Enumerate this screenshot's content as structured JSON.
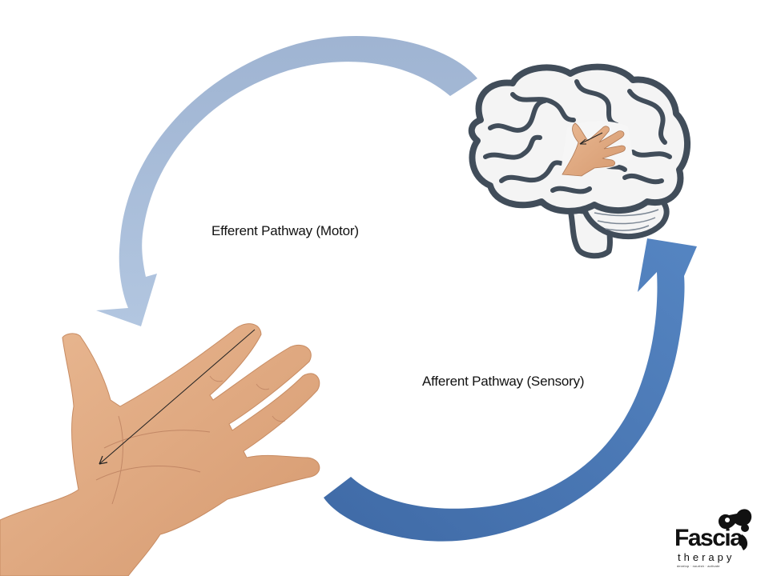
{
  "diagram": {
    "efferent_label": "Efferent Pathway (Motor)",
    "afferent_label": "Afferent Pathway (Sensory)"
  },
  "logo": {
    "name": "Fascia",
    "sub": "therapy",
    "tagline": "develop · nourish · activate"
  },
  "colors": {
    "efferent_arrow": "#a7bbd7",
    "afferent_arrow": "#4a76b2",
    "brain_outline": "#414d5a",
    "brain_fill": "#f4f4f4",
    "skin": "#e0aa82",
    "background": "#ffffff"
  },
  "icons": [
    "efferent-arrow-icon",
    "afferent-arrow-icon",
    "brain-icon",
    "hand-icon",
    "small-hand-icon",
    "logo-swirl-icon"
  ]
}
